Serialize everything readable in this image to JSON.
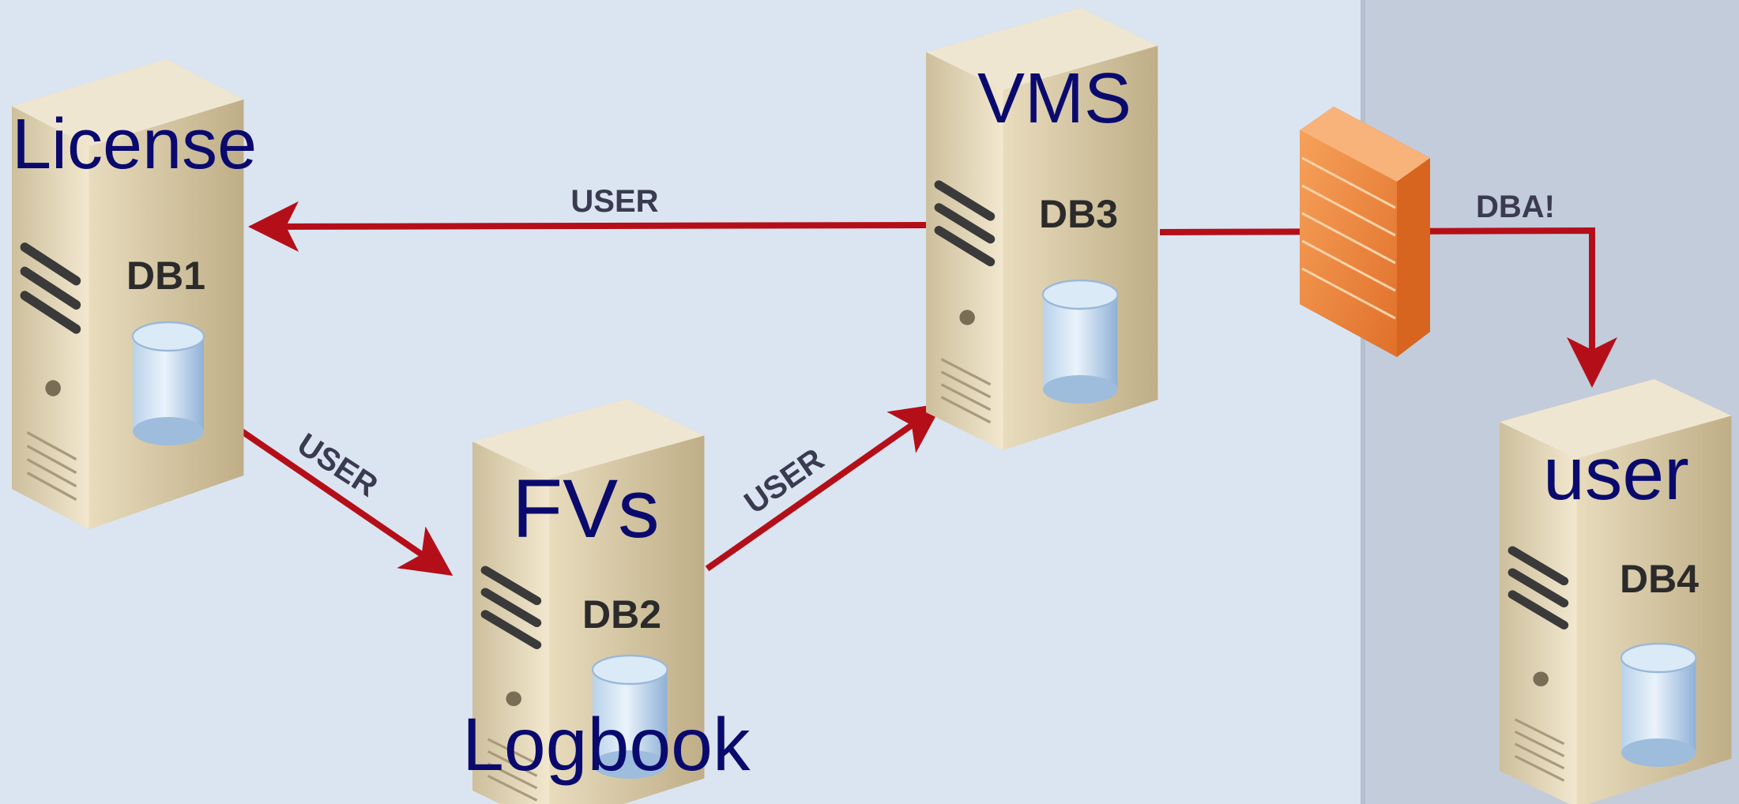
{
  "colors": {
    "background": "#dbe5f1",
    "zone": "#c3ccdb",
    "arrow": "#b40f18",
    "label": "#0a0a6e",
    "firewall": "#f28a3a"
  },
  "servers": [
    {
      "id": "db1",
      "db": "DB1",
      "label": "License"
    },
    {
      "id": "db2",
      "db": "DB2",
      "label": "FVs",
      "label2": "Logbook"
    },
    {
      "id": "db3",
      "db": "DB3",
      "label": "VMS"
    },
    {
      "id": "db4",
      "db": "DB4",
      "label": "user"
    }
  ],
  "edges": [
    {
      "id": "db3-db1",
      "label": "USER"
    },
    {
      "id": "db1-db2",
      "label": "USER"
    },
    {
      "id": "db2-db3",
      "label": "USER"
    },
    {
      "id": "db3-db4",
      "label": "DBA!"
    }
  ],
  "icons": {
    "server": "server-icon",
    "database": "database-icon",
    "firewall": "firewall-icon"
  }
}
